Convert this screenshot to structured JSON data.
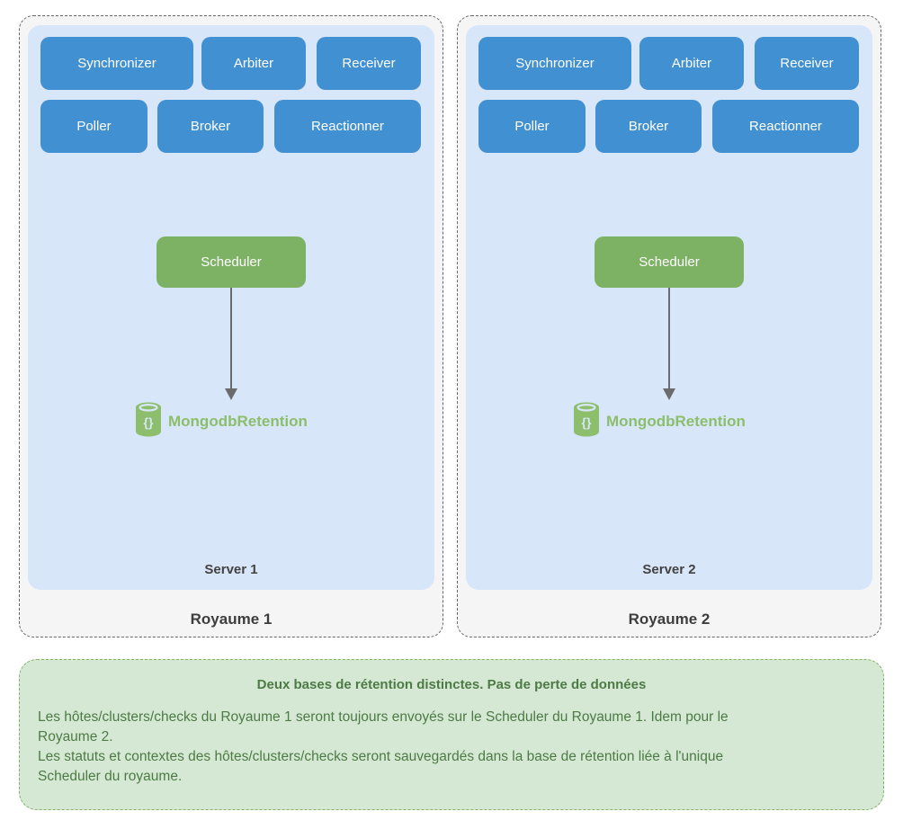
{
  "diagram": {
    "royaumes": [
      {
        "label": "Royaume 1",
        "server_label": "Server 1",
        "services": [
          "Synchronizer",
          "Arbiter",
          "Receiver",
          "Poller",
          "Broker",
          "Reactionner"
        ],
        "scheduler_label": "Scheduler",
        "database_label": "MongodbRetention"
      },
      {
        "label": "Royaume 2",
        "server_label": "Server 2",
        "services": [
          "Synchronizer",
          "Arbiter",
          "Receiver",
          "Poller",
          "Broker",
          "Reactionner"
        ],
        "scheduler_label": "Scheduler",
        "database_label": "MongodbRetention"
      }
    ],
    "note": {
      "title": "Deux bases de rétention distinctes. Pas de perte de données",
      "lines": [
        "Les hôtes/clusters/checks du Royaume 1 seront toujours envoyés sur le Scheduler du Royaume 1. Idem pour le",
        "Royaume 2.",
        "Les statuts et contextes des hôtes/clusters/checks seront sauvegardés dans la base de rétention liée à l'unique",
        "Scheduler du royaume."
      ]
    },
    "colors": {
      "service_blue": "#4190D2",
      "server_bg": "#D8E6F9",
      "royaume_bg": "#F5F5F5",
      "royaume_border": "#666666",
      "scheduler_green": "#7DB264",
      "mongo_green": "#8CBE6C",
      "arrow_gray": "#6B6B6B",
      "note_bg": "#D5E8D4",
      "note_border": "#82B366",
      "note_text": "#4D7A45"
    }
  }
}
